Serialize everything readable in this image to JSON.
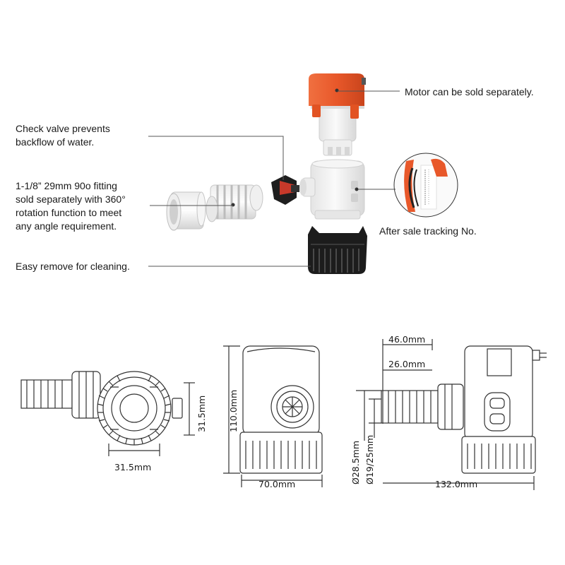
{
  "callouts": {
    "motor": "Motor can be sold separately.",
    "check_valve": "Check valve prevents\nbackflow of water.",
    "fitting": "1-1/8” 29mm 90o fitting\nsold separately with 360°\nrotation function to meet\nany angle requirement.",
    "tracking": "After sale tracking No.",
    "strainer": "Easy remove for cleaning."
  },
  "dimensions": {
    "bottom_width": "31.5mm",
    "bottom_height": "31.5mm",
    "front_width": "70.0mm",
    "front_height": "110.0mm",
    "side_length": "132.0mm",
    "side_top_46": "46.0mm",
    "side_top_26": "26.0mm",
    "outlet_outer": "Ø28.5mm",
    "outlet_inner": "Ø19/25mm"
  },
  "colors": {
    "motor_cap": "#e8582a",
    "line": "#333333",
    "body": "#f2f2f2",
    "strainer": "#1c1c1c"
  }
}
